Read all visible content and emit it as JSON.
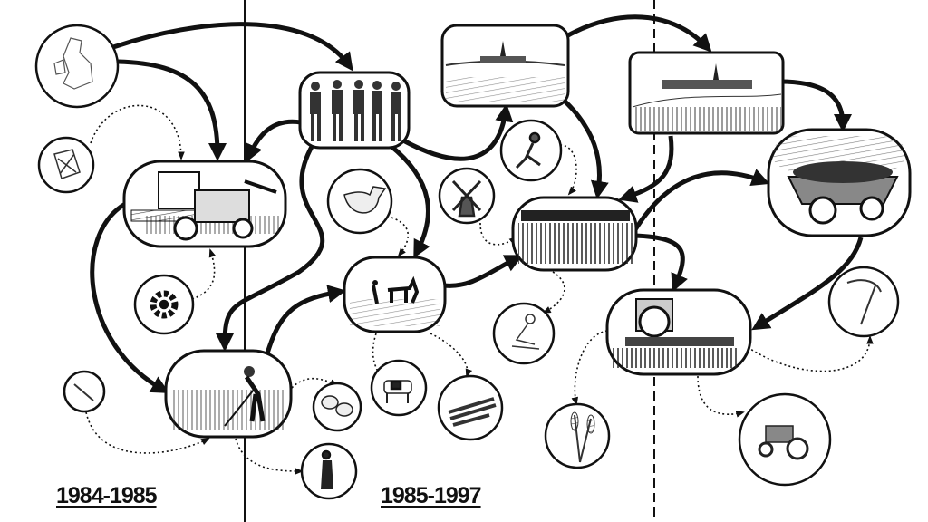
{
  "timeline": {
    "periods": [
      {
        "label": "1984-1985"
      },
      {
        "label": "1985-1997"
      }
    ]
  },
  "nodes": {
    "scenes": [
      "combine-harvester",
      "marching-soldiers",
      "village-landscape",
      "village-fields",
      "mine-cart",
      "crop-field",
      "horse-plowing",
      "farmer-hoeing",
      "tractor-seeder"
    ],
    "icons": [
      "uk-map",
      "fuel-can",
      "gear",
      "scythe-small",
      "hen",
      "windmill",
      "sower",
      "potatoes",
      "cow",
      "woman-walking",
      "woman-harvesting",
      "logs",
      "wheat",
      "tractor",
      "scythe"
    ]
  },
  "colors": {
    "ink": "#111111",
    "paper": "#ffffff"
  }
}
